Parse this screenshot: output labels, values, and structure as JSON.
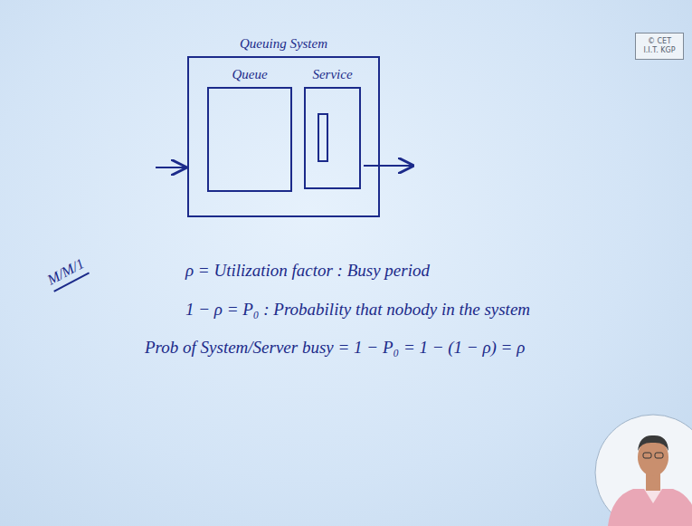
{
  "diagram": {
    "nodes": [
      {
        "text": [
          "Queuing System"
        ]
      },
      {
        "text": [
          "Queue"
        ],
        "in": 0
      },
      {
        "text": [
          "Service"
        ],
        "in": 0
      },
      {
        "text": [
          "© CET",
          "I.I.T. KGP"
        ]
      }
    ],
    "labels": [
      "M/M/1",
      "ρ = Utilization factor : Busy period",
      "1 − ρ = P₀ : Probability that nobody in the system",
      "Prob of System/Server busy = 1 − P₀ = 1 − (1 − ρ) = ρ"
    ]
  }
}
